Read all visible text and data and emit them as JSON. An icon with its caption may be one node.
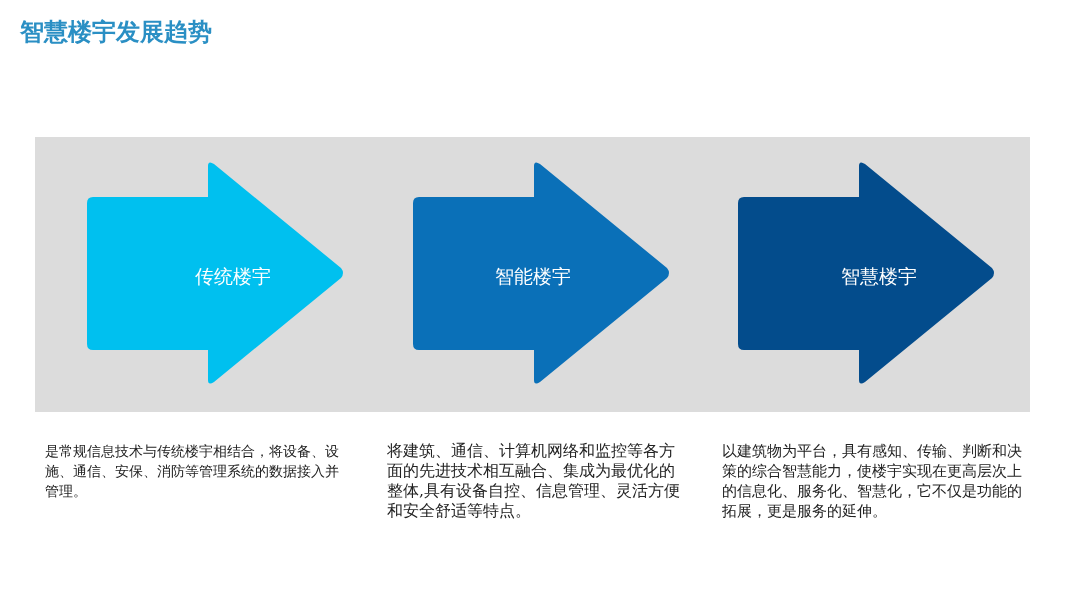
{
  "diagram": {
    "title": "智慧楼宇发展趋势",
    "nodes": [
      {
        "text": [
          "传统楼宇"
        ]
      },
      {
        "text": [
          "智能楼宇"
        ]
      },
      {
        "text": [
          "智慧楼宇"
        ]
      }
    ],
    "labels": [
      "是常规信息技术与传统楼宇相结合，将设备、设施、通信、安保、消防等管理系统的数据接入并管理。",
      "将建筑、通信、计算机网络和监控等各方面的先进技术相互融合、集成为最优化的整体,具有设备自控、信息管理、灵活方便和安全舒适等特点。",
      "以建筑物为平台，具有感知、传输、判断和决策的综合智慧能力，使楼宇实现在更高层次上的信息化、服务化、智慧化，它不仅是功能的拓展，更是服务的延伸。"
    ]
  }
}
